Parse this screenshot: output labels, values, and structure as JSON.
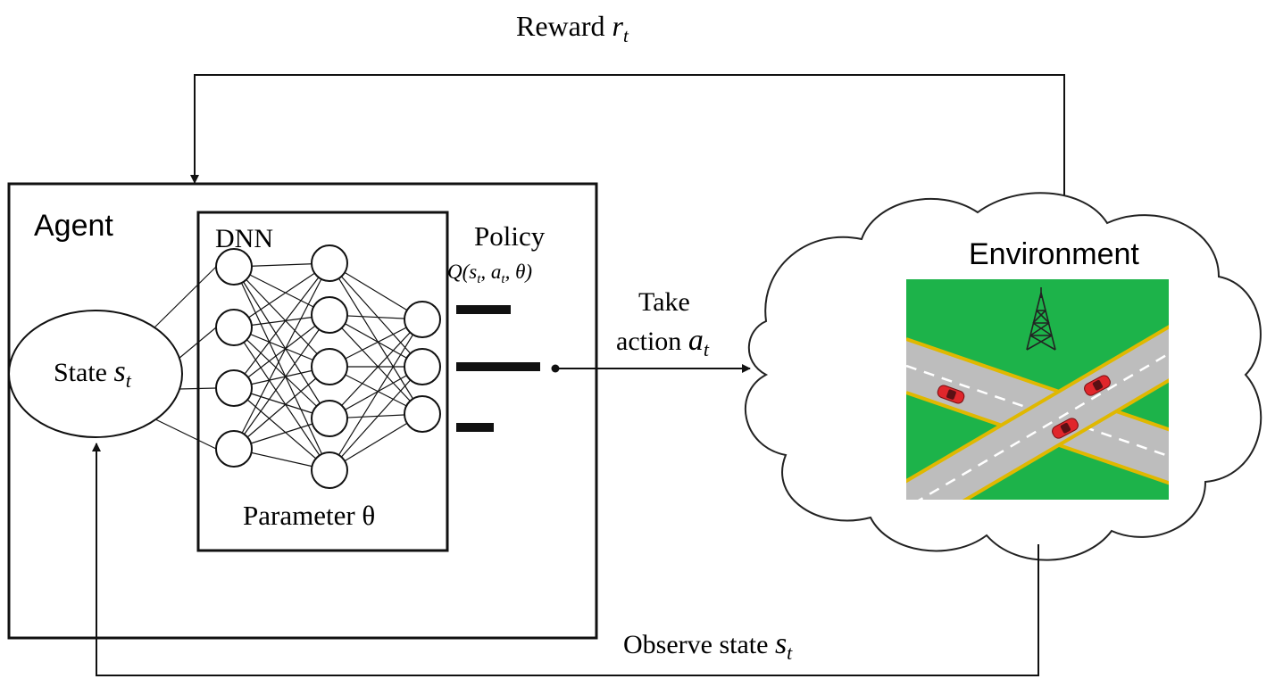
{
  "labels": {
    "reward_text": "Reward ",
    "reward_var": "r",
    "reward_sub": "t",
    "agent": "Agent",
    "dnn": "DNN",
    "policy": "Policy",
    "q_func": "Q(s",
    "q_sub1": "t",
    "q_mid": ", a",
    "q_sub2": "t",
    "q_end": ", θ)",
    "state_text": "State ",
    "state_var": "s",
    "state_sub": "t",
    "parameter": "Parameter θ",
    "take": "Take",
    "action_text": "action ",
    "action_var": "a",
    "action_sub": "t",
    "environment": "Environment",
    "observe_text": "Observe state ",
    "observe_var": "s",
    "observe_sub": "t"
  },
  "network": {
    "layers": [
      4,
      5,
      3
    ],
    "policy_bar_levels": [
      0.55,
      0.85,
      0.38
    ]
  },
  "colors": {
    "grass": "#1db34a",
    "road": "#bdbdbd",
    "road_edge": "#e0b800",
    "lane": "#ffffff",
    "car": "#e0262b",
    "stroke": "#111111"
  }
}
